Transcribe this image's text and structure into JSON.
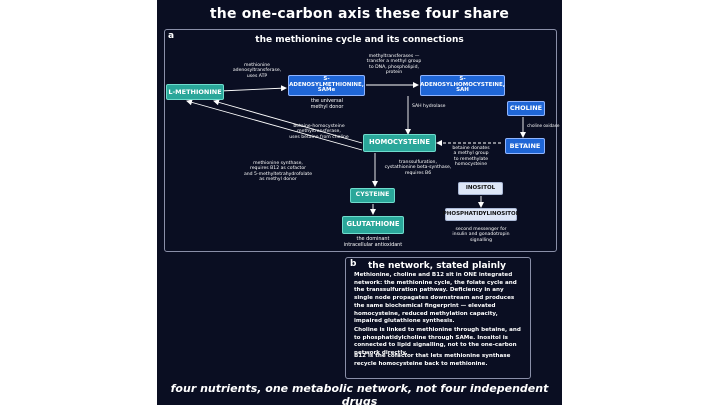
{
  "title": "the one-carbon axis these four share",
  "footer": "four nutrients, one metabolic network, not four independent drugs",
  "panel_a": {
    "letter": "a",
    "title": "the methionine cycle and its connections",
    "nodes": {
      "l_methionine": "L-METHIONINE",
      "same": "S-ADENOSYLMETHIONINE,\nSAMe",
      "sah": "S-ADENOSYLHOMOCYSTEINE,\nSAH",
      "homocysteine": "HOMOCYSTEINE",
      "choline": "CHOLINE",
      "betaine": "BETAINE",
      "cysteine": "CYSTEINE",
      "glutathione": "GLUTATHIONE",
      "inositol": "INOSITOL",
      "phosphatidylinositol": "PHOSPHATIDYLINOSITOL"
    },
    "labels": {
      "mat": "methionine\nadenosyltransferase,\nuses ATP",
      "methyltransferases": "methyltransferases —\ntransfer a methyl group\nto DNA, phospholipid,\nprotein",
      "universal_donor": "the universal\nmethyl donor",
      "sah_hydrolase": "SAH hydrolase",
      "bhmt": "betaine-homocysteine\nmethyltransferase,\nuses betaine from choline",
      "choline_oxidase": "choline oxidase",
      "betaine_donates": "betaine donates\na methyl group\nto remethylate\nhomocysteine",
      "methionine_synthase": "methionine synthase,\nrequires B12 as cofactor\nand 5-methyltetrahydrofolate\nas methyl donor",
      "transsulfuration": "transsulfuration,\ncystathionine beta-synthase,\nrequires B6",
      "dominant_antioxidant": "the dominant\nintracellular antioxidant",
      "second_messenger": "second messenger for\ninsulin and gonadotropin\nsignalling"
    }
  },
  "panel_b": {
    "letter": "b",
    "title": "the network, stated plainly",
    "paragraphs": [
      "Methionine, choline and B12 sit in ONE integrated network: the methionine cycle, the folate cycle and the transsulfuration pathway. Deficiency in any single node propagates downstream and produces the same biochemical fingerprint — elevated homocysteine, reduced methylation capacity, impaired glutathione synthesis.",
      "Choline is linked to methionine through betaine, and to phosphatidylcholine through SAMe. Inositol is connected to lipid signalling, not to the one-carbon network directly.",
      "B12 is the cofactor that lets methionine synthase recycle homocysteine back to methionine."
    ]
  },
  "colors": {
    "background": "#0a0e22",
    "blue_node": "#1f66d6",
    "green_node": "#2aa79a",
    "light_node": "#dde6f7",
    "panel_border": "#8a8fa8"
  }
}
